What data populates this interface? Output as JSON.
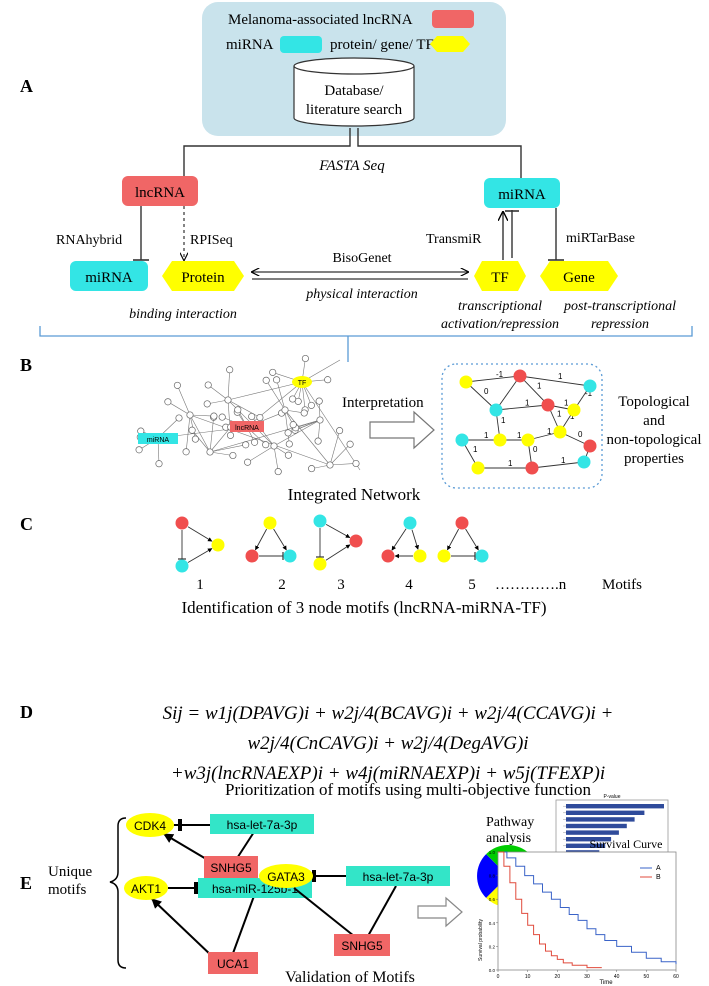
{
  "panels": {
    "A": "A",
    "B": "B",
    "C": "C",
    "D": "D",
    "E": "E"
  },
  "colors": {
    "lncrna": "#f06666",
    "mirna": "#33e5e5",
    "protein": "#ffff00",
    "db_box": "#c9e3ec",
    "node_gray": "#ffffff",
    "bracket": "#5b9bd5",
    "line": "#333333"
  },
  "legend": {
    "lncrna": "Melanoma-associated lncRNA",
    "mirna": "miRNA",
    "protein": "protein/ gene/ TF"
  },
  "database": {
    "line1": "Database/",
    "line2": "literature search"
  },
  "panel_a": {
    "fasta": "FASTA Seq",
    "lncrna": "lncRNA",
    "mirna_top": "miRNA",
    "rnahybrid": "RNAhybrid",
    "rpiseq": "RPISeq",
    "transmir": "TransmiR",
    "mirtarbase": "miRTarBase",
    "biosogenet": "BisoGenet",
    "mirna_bottom": "miRNA",
    "protein": "Protein",
    "tf": "TF",
    "gene": "Gene",
    "physical": "physical interaction",
    "binding": "binding interaction",
    "transcriptional_1": "transcriptional",
    "transcriptional_2": "activation/repression",
    "post_1": "post-transcriptional",
    "post_2": "repression"
  },
  "panel_b": {
    "net_tf": "TF",
    "net_lncrna": "lncRNA",
    "net_mirna": "miRNA",
    "interpretation": "Interpretation",
    "props_1": "Topological",
    "props_2": "and",
    "props_3": "non-topological",
    "props_4": "properties",
    "caption": "Integrated Network",
    "edge_weights": [
      "-1",
      "1",
      "1",
      "-1",
      "1",
      "0",
      "1",
      "1",
      "1",
      "1",
      "0",
      "1",
      "1",
      "1",
      "0",
      "1",
      "1",
      "1"
    ]
  },
  "panel_c": {
    "motif_numbers": [
      "1",
      "2",
      "3",
      "4",
      "5"
    ],
    "dots": "………….n",
    "motifs": "Motifs",
    "caption": "Identification of 3 node motifs (lncRNA-miRNA-TF)"
  },
  "panel_d": {
    "formula_line1": "Sij = w1j(DPAVG)i + w2j/4(BCAVG)i + w2j/4(CCAVG)i + w2j/4(CnCAVG)i + w2j/4(DegAVG)i",
    "formula_line2": "+w3j(lncRNAEXP)i + w4j(miRNAEXP)i + w5j(TFEXP)i",
    "caption": "Prioritization of motifs using multi-objective function"
  },
  "panel_e": {
    "unique_1": "Unique",
    "unique_2": "motifs",
    "cdk4": "CDK4",
    "let7a_1": "hsa-let-7a-3p",
    "snhg5_1": "SNHG5",
    "akt1": "AKT1",
    "mir125b": "hsa-miR-125b-1",
    "uca1": "UCA1",
    "gata3": "GATA3",
    "let7a_2": "hsa-let-7a-3p",
    "snhg5_2": "SNHG5",
    "validation": "Validation of Motifs",
    "pathway_1": "Pathway",
    "pathway_2": "analysis",
    "pvalue": "P-value",
    "survival_title": "Survival Curve",
    "survival_ylabel": "Survival probability",
    "survival_xlabel": "Time",
    "legend_a": "A",
    "legend_b": "B",
    "x_ticks": [
      "0",
      "10",
      "20",
      "30",
      "40",
      "50",
      "60"
    ],
    "y_ticks": [
      "0.0",
      "0.2",
      "0.4",
      "0.6",
      "0.8",
      "1.0"
    ]
  },
  "chart_data": [
    {
      "type": "bar",
      "title": "",
      "xlabel": "P-value",
      "ylabel": "",
      "values": [
        1.0,
        0.8,
        0.7,
        0.62,
        0.54,
        0.46,
        0.4,
        0.34,
        0.3,
        0.28,
        0.26,
        0.25,
        0.24,
        0.23,
        0.22,
        0.21,
        0.2,
        0.2
      ]
    },
    {
      "type": "pie",
      "title": "",
      "values": [
        25,
        25,
        25,
        25
      ],
      "colors": [
        "#ff0000",
        "#ffff00",
        "#0000ff",
        "#00cc00"
      ]
    },
    {
      "type": "line",
      "title": "Survival Curve",
      "xlabel": "Time",
      "ylabel": "Survival probability",
      "xlim": [
        0,
        60
      ],
      "ylim": [
        0,
        1
      ],
      "series": [
        {
          "name": "A",
          "color": "#3a63c8",
          "x": [
            0,
            3,
            6,
            9,
            12,
            15,
            18,
            21,
            24,
            27,
            30,
            33,
            36,
            40,
            45,
            50,
            55,
            60
          ],
          "y": [
            1.0,
            0.95,
            0.88,
            0.8,
            0.73,
            0.66,
            0.6,
            0.53,
            0.47,
            0.42,
            0.35,
            0.3,
            0.25,
            0.2,
            0.15,
            0.1,
            0.07,
            0.05
          ]
        },
        {
          "name": "B",
          "color": "#e04b3c",
          "x": [
            0,
            2,
            4,
            6,
            8,
            10,
            12,
            14,
            16,
            18,
            20,
            22,
            25,
            30,
            35
          ],
          "y": [
            1.0,
            0.88,
            0.74,
            0.6,
            0.48,
            0.38,
            0.3,
            0.22,
            0.16,
            0.12,
            0.09,
            0.06,
            0.04,
            0.02,
            0.02
          ]
        }
      ]
    }
  ]
}
